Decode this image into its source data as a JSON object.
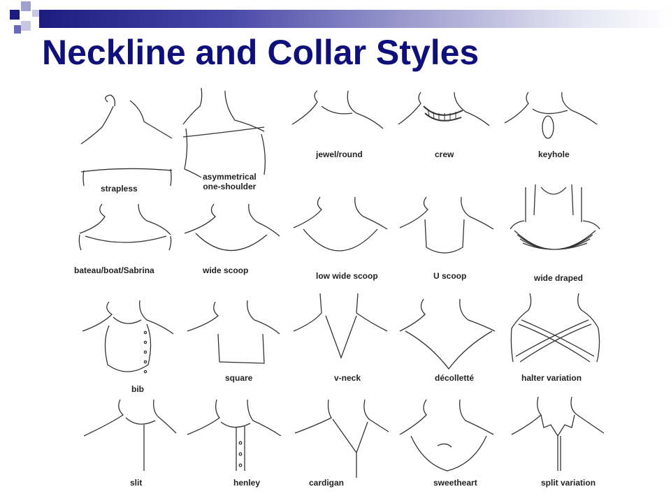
{
  "slide": {
    "title": "Neckline and Collar Styles",
    "colors": {
      "title": "#10107a",
      "band_start": "#1c1c80",
      "square_dark": "#1c1c80",
      "square_light": "#a0a0d0"
    }
  },
  "necklines": {
    "strapless": "strapless",
    "asymmetrical_1": "asymmetrical",
    "asymmetrical_2": "one-shoulder",
    "jewel": "jewel/round",
    "crew": "crew",
    "keyhole": "keyhole",
    "bateau": "bateau/boat/Sabrina",
    "wide_scoop": "wide scoop",
    "low_wide_scoop": "low wide scoop",
    "u_scoop": "U scoop",
    "wide_draped": "wide draped",
    "bib": "bib",
    "square": "square",
    "v_neck": "v-neck",
    "decollete": "décolletté",
    "halter": "halter variation",
    "slit": "slit",
    "henley": "henley",
    "cardigan": "cardigan",
    "sweetheart": "sweetheart",
    "split": "split variation"
  }
}
